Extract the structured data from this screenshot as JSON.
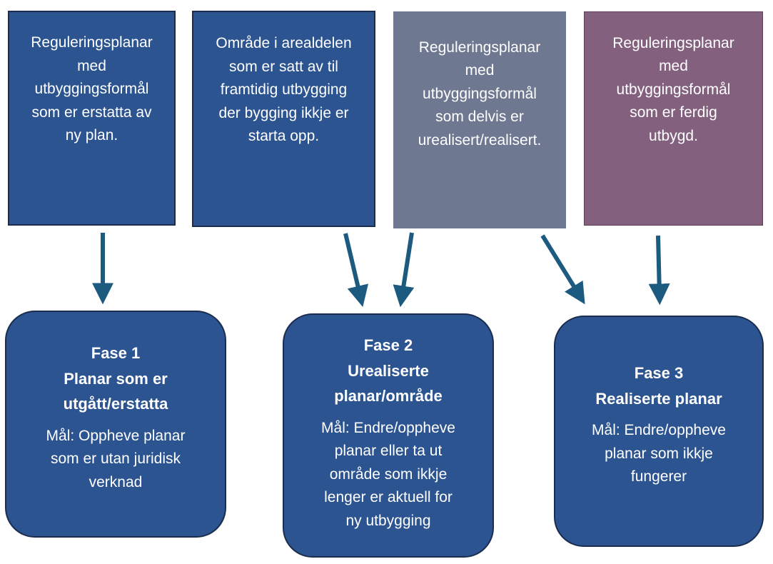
{
  "sources": [
    {
      "text": "Reguleringsplanar\nmed\nutbyggingsformål\nsom er erstatta av\nny plan."
    },
    {
      "text": "Område i arealdelen\nsom er satt av til\nframtidig utbygging\nder bygging ikkje er\nstarta opp."
    },
    {
      "text": "Reguleringsplanar\nmed\nutbyggingsformål\nsom delvis er\nurealisert/realisert."
    },
    {
      "text": "Reguleringsplanar\nmed\nutbyggingsformål\nsom er ferdig\nutbygd."
    }
  ],
  "phases": [
    {
      "title": "Fase 1\nPlanar som er\nutgått/erstatta",
      "goal": "Mål: Oppheve planar\nsom er utan juridisk\nverknad"
    },
    {
      "title": "Fase 2\nUrealiserte\nplanar/område",
      "goal": "Mål: Endre/oppheve\nplanar eller ta ut\nområde som ikkje\nlenger er aktuell for\nny utbygging"
    },
    {
      "title": "Fase 3\nRealiserte planar",
      "goal": "Mål: Endre/oppheve\nplanar som ikkje\nfungerer"
    }
  ],
  "colors": {
    "blue": "#2c5491",
    "grey": "#6e7891",
    "purple": "#83617e",
    "arrow": "#1c5a80"
  }
}
